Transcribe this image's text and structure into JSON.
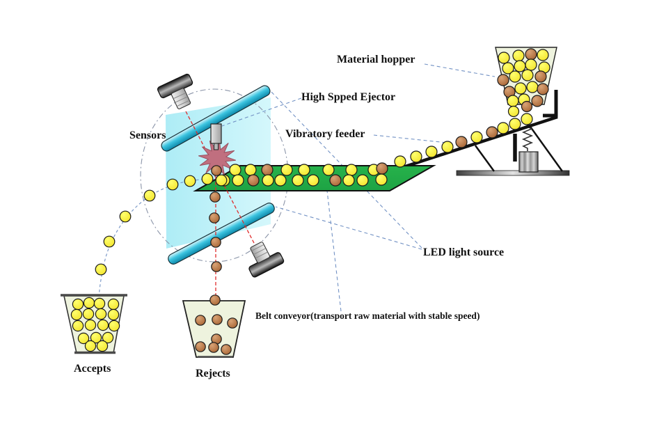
{
  "labels": {
    "material_hopper": "Material hopper",
    "high_speed_ejector": "High Spped Ejector",
    "vibratory_feeder": "Vibratory feeder",
    "sensors": "Sensors",
    "led_light_source": "LED light source",
    "belt_conveyor": "Belt conveyor(transport raw material with stable speed)",
    "accepts": "Accepts",
    "rejects": "Rejects"
  },
  "colors": {
    "yellow_ball": "#f2e227",
    "yellow_ball_hi": "#ffff6e",
    "brown_ball": "#a4602f",
    "brown_ball_hi": "#d9a376",
    "belt_green": "#27b24b",
    "belt_green_dark": "#1da344",
    "led_cyan": "#3cc4e0",
    "led_cyan_dark": "#0d87a9",
    "led_cyan_light": "#d8f7fc",
    "panel_cyan": "#9fe9f4",
    "panel_cyan_light": "#cdf6fb",
    "starburst_pink": "#c06f7f",
    "starburst_pink_dark": "#99505f",
    "leader_blue": "#7191c4",
    "sight_red": "#e02b2b",
    "arc_gray": "#8a94a8",
    "bin_fill": "#eef3de",
    "outline": "#1a1a1a"
  },
  "scene": {
    "leader_lines": [
      [
        610,
        92,
        711,
        110
      ],
      [
        433,
        141,
        319,
        181
      ],
      [
        537,
        194,
        652,
        206
      ],
      [
        606,
        356,
        389,
        131
      ],
      [
        606,
        358,
        396,
        297
      ],
      [
        490,
        447,
        470,
        274
      ]
    ],
    "sight_lines": [
      [
        267,
        160,
        366,
        351
      ],
      [
        310,
        213,
        310,
        429
      ]
    ],
    "ball_groups": {
      "hopper_interior": {
        "radius": 8,
        "balls": [
          [
            724,
            83,
            "yellow"
          ],
          [
            745,
            80,
            "yellow"
          ],
          [
            763,
            78,
            "brown"
          ],
          [
            780,
            79,
            "yellow"
          ],
          [
            730,
            98,
            "yellow"
          ],
          [
            747,
            95,
            "yellow"
          ],
          [
            763,
            93,
            "yellow"
          ],
          [
            782,
            97,
            "yellow"
          ],
          [
            723,
            115,
            "brown"
          ],
          [
            740,
            110,
            "yellow"
          ],
          [
            758,
            108,
            "yellow"
          ],
          [
            777,
            110,
            "brown"
          ],
          [
            732,
            132,
            "brown"
          ],
          [
            748,
            127,
            "yellow"
          ],
          [
            765,
            125,
            "yellow"
          ],
          [
            780,
            128,
            "brown"
          ],
          [
            737,
            145,
            "yellow"
          ],
          [
            753,
            143,
            "yellow"
          ],
          [
            772,
            145,
            "brown"
          ]
        ]
      },
      "hopper_falling": {
        "radius": 7.5,
        "balls": [
          [
            738,
            160,
            "yellow"
          ],
          [
            757,
            153,
            "brown"
          ]
        ]
      },
      "feeder_incline": {
        "radius": 8,
        "balls": [
          [
            575,
            232,
            "yellow"
          ],
          [
            598,
            225,
            "yellow"
          ],
          [
            620,
            218,
            "yellow"
          ],
          [
            643,
            211,
            "yellow"
          ],
          [
            663,
            204,
            "brown"
          ],
          [
            685,
            197,
            "yellow"
          ],
          [
            707,
            190,
            "brown"
          ],
          [
            723,
            184,
            "yellow"
          ],
          [
            740,
            178,
            "yellow"
          ],
          [
            757,
            171,
            "yellow"
          ]
        ]
      },
      "belt_surface": {
        "radius": 8,
        "balls": [
          [
            338,
            244,
            "yellow"
          ],
          [
            360,
            244,
            "yellow"
          ],
          [
            384,
            244,
            "brown"
          ],
          [
            412,
            244,
            "yellow"
          ],
          [
            437,
            244,
            "yellow"
          ],
          [
            472,
            244,
            "yellow"
          ],
          [
            505,
            244,
            "yellow"
          ],
          [
            537,
            244,
            "yellow"
          ],
          [
            549,
            242,
            "brown"
          ],
          [
            322,
            259,
            "yellow"
          ],
          [
            342,
            259,
            "yellow"
          ],
          [
            364,
            259,
            "brown"
          ],
          [
            385,
            259,
            "yellow"
          ],
          [
            403,
            259,
            "yellow"
          ],
          [
            428,
            259,
            "yellow"
          ],
          [
            450,
            259,
            "yellow"
          ],
          [
            482,
            259,
            "brown"
          ],
          [
            501,
            259,
            "yellow"
          ],
          [
            521,
            259,
            "yellow"
          ],
          [
            548,
            258,
            "yellow"
          ]
        ]
      },
      "accept_trajectory": {
        "radius": 7.8,
        "balls": [
          [
            318,
            259,
            "yellow"
          ],
          [
            298,
            257,
            "yellow"
          ],
          [
            273,
            260,
            "yellow"
          ],
          [
            248,
            265,
            "yellow"
          ],
          [
            215,
            281,
            "yellow"
          ],
          [
            180,
            311,
            "yellow"
          ],
          [
            157,
            347,
            "yellow"
          ],
          [
            145,
            387,
            "yellow"
          ]
        ]
      },
      "reject_trajectory": {
        "radius": 7.2,
        "balls": [
          [
            311,
            245,
            "brown"
          ],
          [
            309,
            283,
            "brown"
          ],
          [
            308,
            313,
            "brown"
          ],
          [
            310,
            348,
            "brown"
          ],
          [
            311,
            383,
            "brown"
          ],
          [
            309,
            431,
            "brown"
          ]
        ]
      },
      "accepts_bin": {
        "radius": 7.6,
        "balls": [
          [
            112,
            437,
            "yellow"
          ],
          [
            128,
            435,
            "yellow"
          ],
          [
            143,
            436,
            "yellow"
          ],
          [
            163,
            437,
            "yellow"
          ],
          [
            110,
            452,
            "yellow"
          ],
          [
            127,
            451,
            "yellow"
          ],
          [
            145,
            451,
            "yellow"
          ],
          [
            163,
            452,
            "yellow"
          ],
          [
            112,
            468,
            "yellow"
          ],
          [
            130,
            467,
            "yellow"
          ],
          [
            148,
            467,
            "yellow"
          ],
          [
            164,
            468,
            "yellow"
          ],
          [
            120,
            486,
            "yellow"
          ],
          [
            138,
            485,
            "yellow"
          ],
          [
            155,
            485,
            "yellow"
          ],
          [
            130,
            497,
            "yellow"
          ],
          [
            147,
            497,
            "yellow"
          ]
        ]
      },
      "rejects_bin": {
        "radius": 7.2,
        "balls": [
          [
            288,
            460,
            "brown"
          ],
          [
            312,
            459,
            "brown"
          ],
          [
            334,
            464,
            "brown"
          ],
          [
            311,
            487,
            "brown"
          ],
          [
            288,
            498,
            "brown"
          ],
          [
            307,
            499,
            "brown"
          ],
          [
            325,
            502,
            "brown"
          ]
        ]
      }
    }
  }
}
